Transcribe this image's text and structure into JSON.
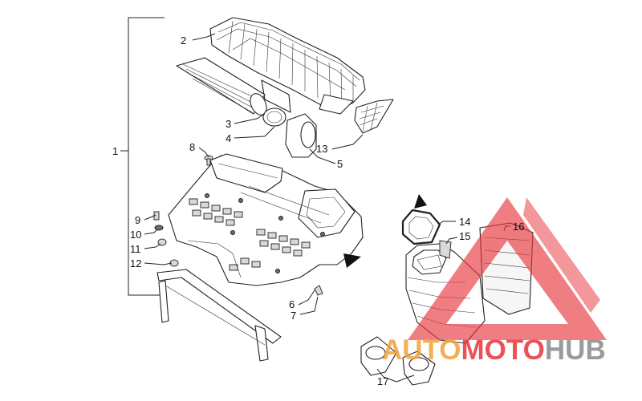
{
  "callouts": [
    {
      "id": "1",
      "label": "1"
    },
    {
      "id": "2",
      "label": "2"
    },
    {
      "id": "3",
      "label": "3"
    },
    {
      "id": "4",
      "label": "4"
    },
    {
      "id": "5",
      "label": "5"
    },
    {
      "id": "6",
      "label": "6"
    },
    {
      "id": "7",
      "label": "7"
    },
    {
      "id": "8",
      "label": "8"
    },
    {
      "id": "9",
      "label": "9"
    },
    {
      "id": "10",
      "label": "10"
    },
    {
      "id": "11",
      "label": "11"
    },
    {
      "id": "12",
      "label": "12"
    },
    {
      "id": "13",
      "label": "13"
    },
    {
      "id": "14",
      "label": "14"
    },
    {
      "id": "15",
      "label": "15"
    },
    {
      "id": "16",
      "label": "16"
    },
    {
      "id": "17",
      "label": "17"
    }
  ],
  "watermark": {
    "part1": "AUTO",
    "part2": "MOTO",
    "part3": "HUB",
    "colors": {
      "orange": "#f2a23a",
      "red": "#e8343a",
      "grey": "#8a8a8a"
    }
  },
  "icons": [
    "front-arrow-icon",
    "watermark-triangle-icon"
  ]
}
